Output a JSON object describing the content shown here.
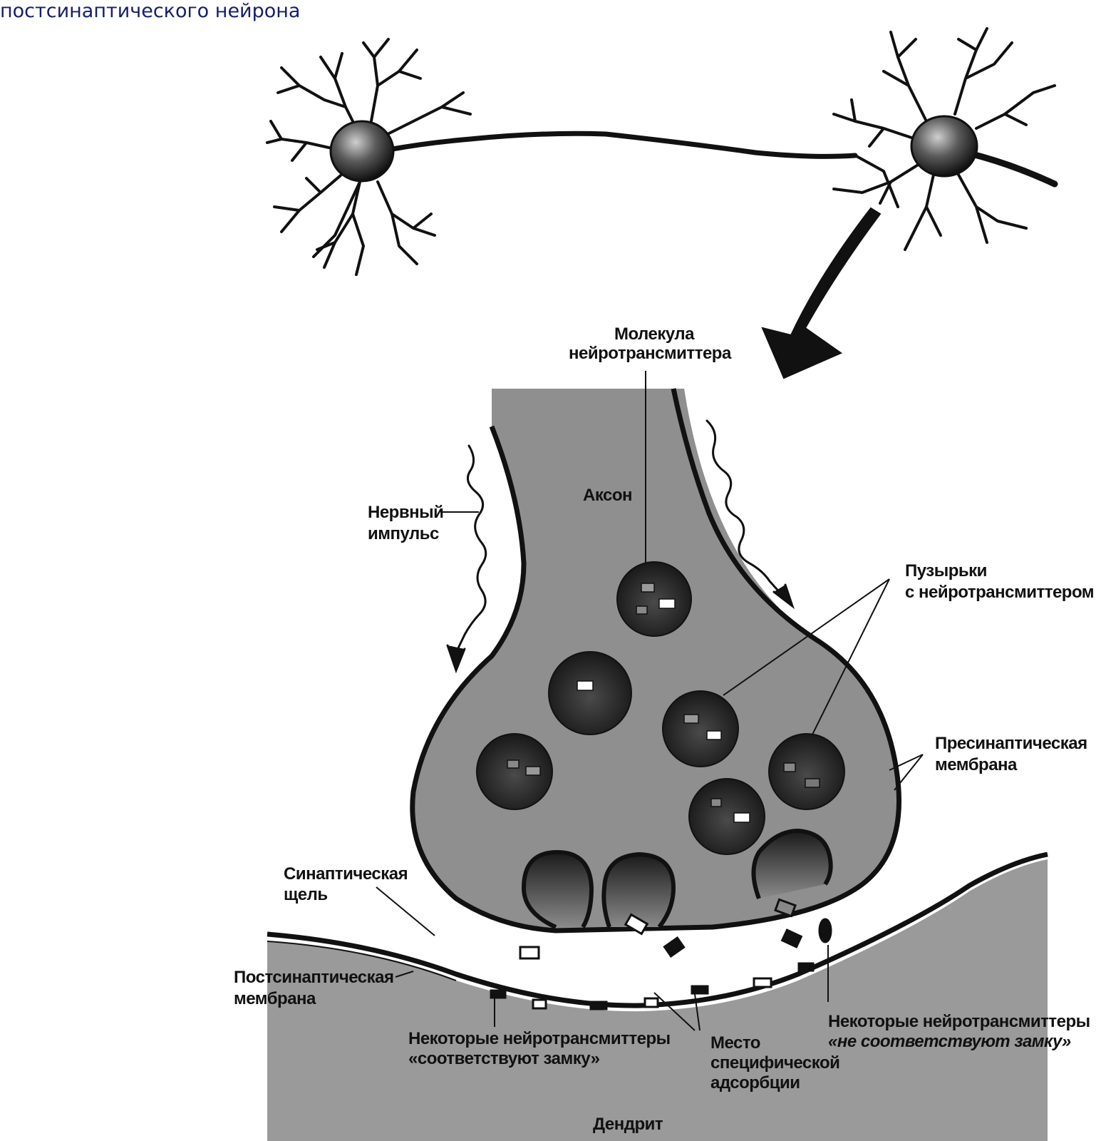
{
  "caption": "постсинаптического нейрона",
  "labels": {
    "molecule": [
      "Молекула",
      "нейротрансмиттера"
    ],
    "axon": "Аксон",
    "impulse": [
      "Нервный",
      "импульс"
    ],
    "vesicles": [
      "Пузырьки",
      "с нейротрансмиттером"
    ],
    "presynaptic": [
      "Пресинаптическая",
      "мембрана"
    ],
    "cleft": [
      "Синаптическая",
      "щель"
    ],
    "postsynaptic": [
      "Постсинаптическая",
      "мембрана"
    ],
    "fit": [
      "Некоторые нейротрансмиттеры",
      "«соответствуют замку»"
    ],
    "site": [
      "Место",
      "специфической",
      "адсорбции"
    ],
    "nofit": [
      "Некоторые нейротрансмиттеры",
      "«не соответствуют замку»"
    ],
    "dendrite": "Дендрит"
  },
  "colors": {
    "caption": "#141f6b",
    "axon_fill": "#8f8f8f",
    "dendrite_fill": "#9a9a9a",
    "vesicle_fill": "#1f1f1f",
    "ink": "#111111"
  }
}
